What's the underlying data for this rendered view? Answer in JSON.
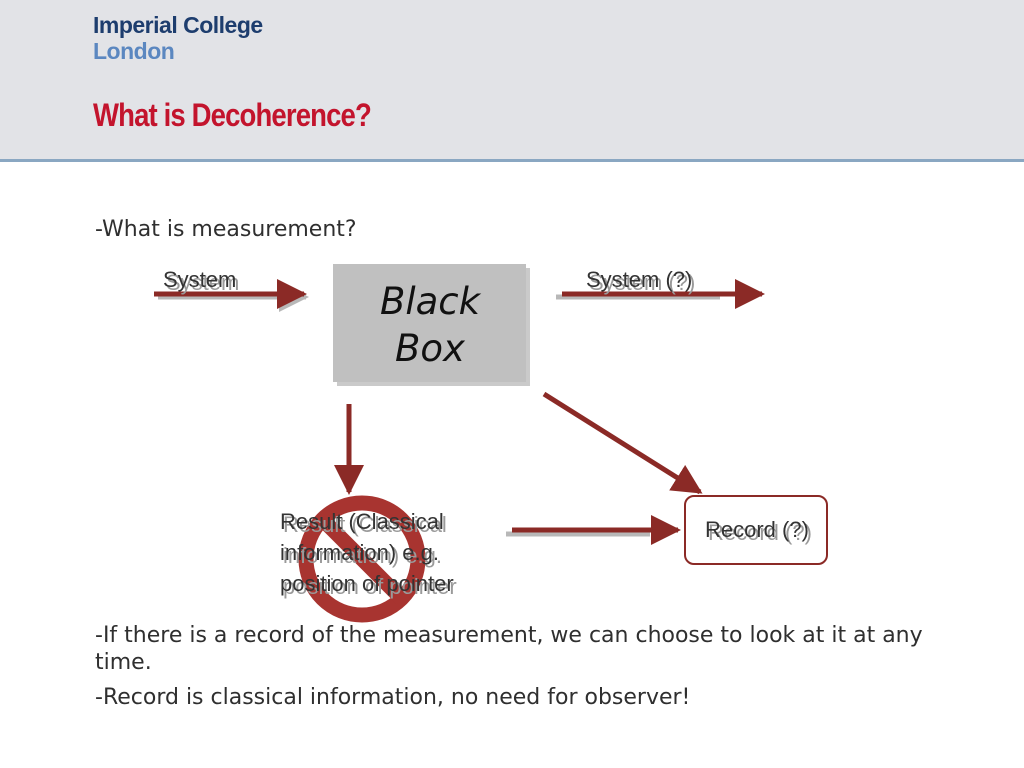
{
  "header": {
    "logo_line1": "Imperial College",
    "logo_line2": "London",
    "title": "What is Decoherence?"
  },
  "bullets": {
    "b1": "-What is measurement?",
    "b2": "-If there is a record of the measurement, we can choose to look at it at any time.",
    "b3": "-Record is classical information, no need for observer!"
  },
  "diagram": {
    "system_in": "System",
    "system_out": "System (?)",
    "black_box_line1": "Black",
    "black_box_line2": "Box",
    "result_line1": "Result (Classical",
    "result_line2": "information) e.g.",
    "result_line3": "position of pointer",
    "record": "Record (?)",
    "colors": {
      "arrow": "#8b2a26",
      "box_fill": "#c0c0c0",
      "record_border": "#8b2a26",
      "prohibit": "#a83430"
    },
    "icons": {
      "prohibit": "prohibition-sign-icon"
    }
  }
}
